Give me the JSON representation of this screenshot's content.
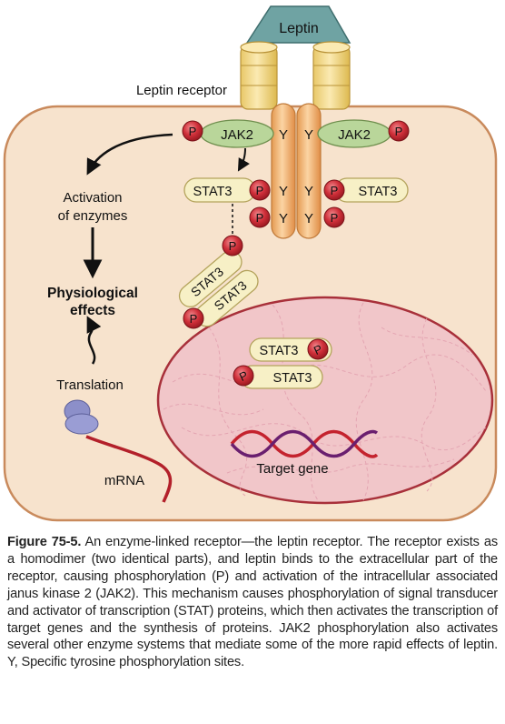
{
  "diagram": {
    "labels": {
      "leptin": "Leptin",
      "leptin_receptor": "Leptin receptor",
      "jak2_left": "JAK2",
      "jak2_right": "JAK2",
      "y": "Y",
      "p": "P",
      "stat3": "STAT3",
      "activation_line1": "Activation",
      "activation_line2": "of enzymes",
      "physio_line1": "Physiological",
      "physio_line2": "effects",
      "translation": "Translation",
      "mrna": "mRNA",
      "target_gene": "Target gene"
    },
    "colors": {
      "cell_fill": "#f7e3cd",
      "cell_stroke": "#c98a5c",
      "nucleus_fill": "#f1c6c9",
      "nucleus_stroke": "#a8303a",
      "leptin_fill": "#6fa3a3",
      "receptor_gold": "#f2d78a",
      "receptor_orange": "#f2b877",
      "jak2_fill": "#b9d69a",
      "stat3_fill": "#f7f0c6",
      "p_fill": "#c8242e",
      "mrna": "#b3202a",
      "ribosome": "#8c8fc9",
      "dna_purple": "#6a1f6f",
      "dna_red": "#c4232e"
    },
    "icons": [
      "ribosome-icon",
      "dna-helix-icon",
      "phosphate-icon"
    ]
  },
  "caption": {
    "label": "Figure 75-5.",
    "text": "An enzyme-linked receptor—the leptin receptor. The receptor exists as a homodimer (two identical parts), and leptin binds to the extracellular part of the receptor, causing phosphorylation (P) and activation of the intracellular associated janus kinase 2 (JAK2). This mechanism causes phosphorylation of signal transducer and activator of transcription (STAT) proteins, which then activates the transcription of target genes and the synthesis of proteins. JAK2 phosphorylation also activates several other enzyme systems that mediate some of the more rapid effects of leptin. Y, Specific tyrosine phosphorylation sites."
  }
}
